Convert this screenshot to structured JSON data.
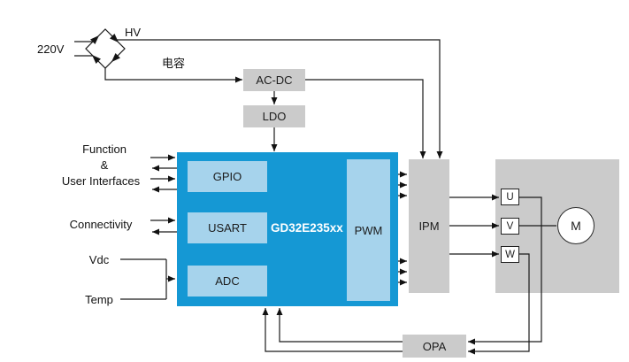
{
  "colors": {
    "mcu_blue": "#1598d4",
    "subblock_blue": "#a6d3ec",
    "block_gray": "#cbcbcb",
    "wire": "#1a1a1a"
  },
  "power": {
    "mains": "220V",
    "hv": "HV",
    "capacitor": "电容",
    "acdc": "AC-DC",
    "ldo": "LDO"
  },
  "left_labels": {
    "function": "Function",
    "amp": "&",
    "user_interfaces": "User Interfaces",
    "connectivity": "Connectivity",
    "vdc": "Vdc",
    "temp": "Temp"
  },
  "mcu": {
    "name": "GD32E235xx",
    "gpio": "GPIO",
    "usart": "USART",
    "adc": "ADC",
    "pwm": "PWM"
  },
  "drive": {
    "ipm": "IPM",
    "opa": "OPA",
    "phase_u": "U",
    "phase_v": "V",
    "phase_w": "W",
    "motor": "M"
  }
}
